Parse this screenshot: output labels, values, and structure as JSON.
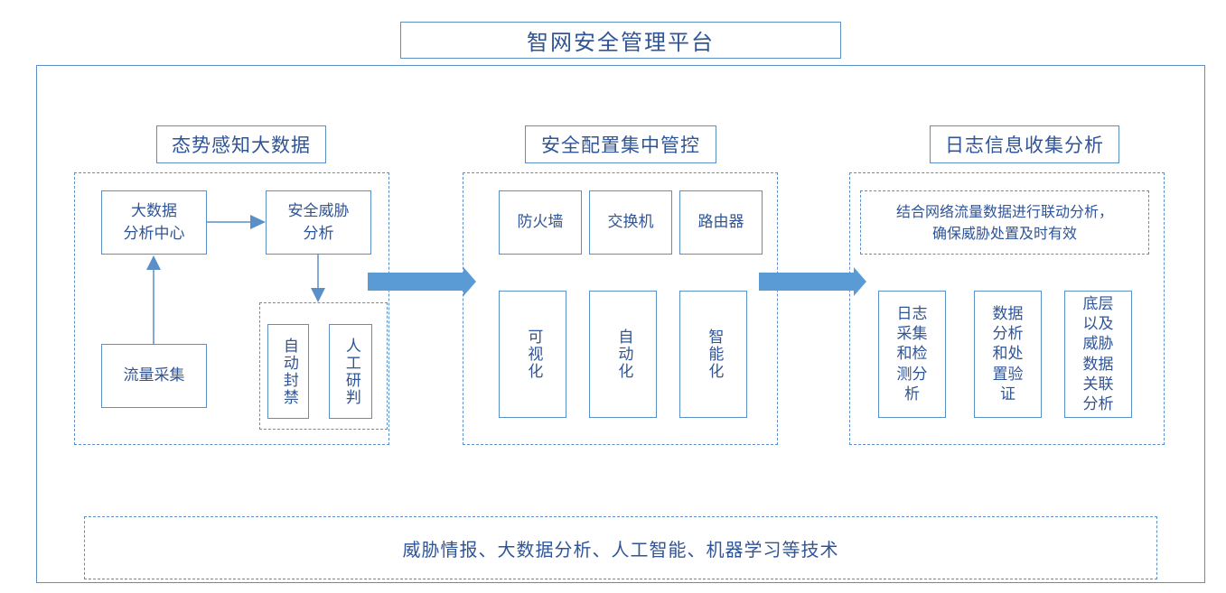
{
  "title": "智网安全管理平台",
  "sections": {
    "situation": {
      "title": "态势感知大数据",
      "bigdata_center": "大数据\n分析中心",
      "threat_analysis": "安全威胁\n分析",
      "traffic_collection": "流量采集",
      "auto_block": "自动封禁",
      "manual_analysis": "人工研判"
    },
    "config": {
      "title": "安全配置集中管控",
      "devices": [
        "防火墙",
        "交换机",
        "路由器"
      ],
      "features": [
        "可视化",
        "自动化",
        "智能化"
      ]
    },
    "log": {
      "title": "日志信息收集分析",
      "description": "结合网络流量数据进行联动分析，\n确保威胁处置及时有效",
      "items": [
        "日志\n采集\n和检\n测分\n析",
        "数据\n分析\n和处\n置验\n证",
        "底层\n以及\n威胁\n数据\n关联\n分析"
      ]
    }
  },
  "bottom_text": "威胁情报、大数据分析、人工智能、机器学习等技术",
  "colors": {
    "line": "#5b8fc7",
    "text": "#2f5597",
    "arrow": "#5b9bd5"
  }
}
